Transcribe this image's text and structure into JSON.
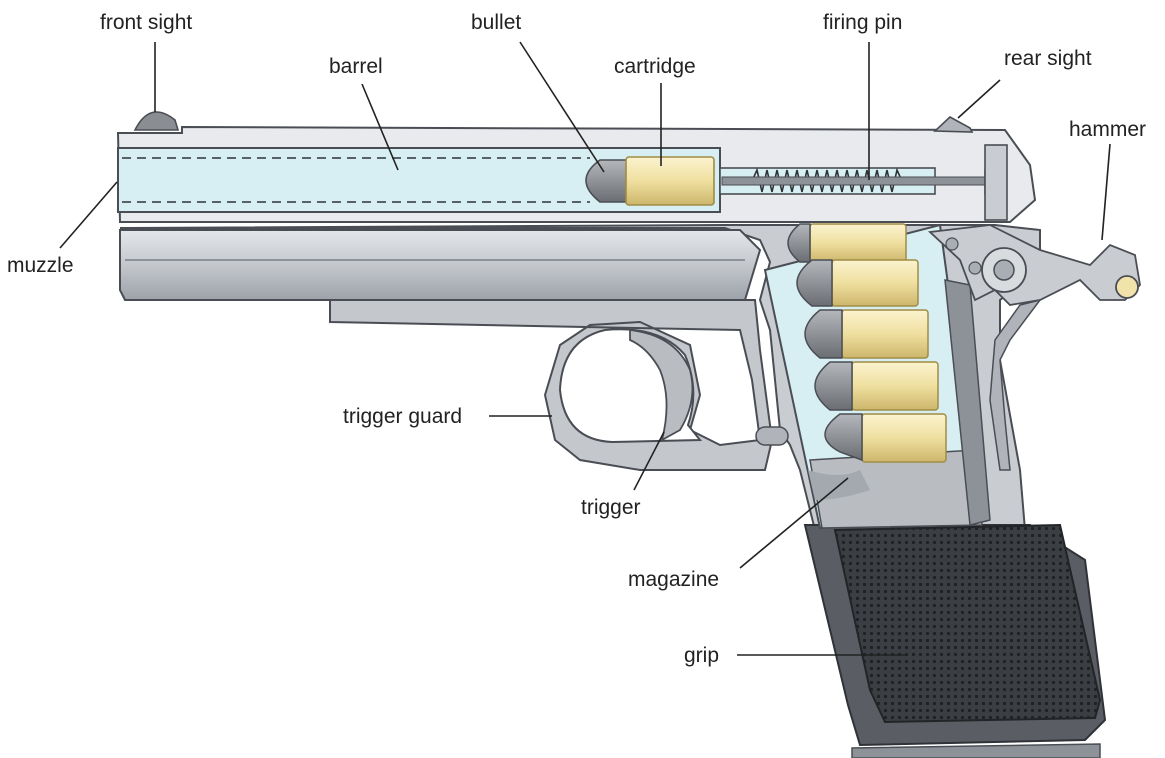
{
  "colors": {
    "steel_light": "#cfd3d8",
    "steel_mid": "#a9aeb5",
    "steel_dark": "#6e737a",
    "outline": "#4a4e54",
    "bore": "#d7eef2",
    "brass": "#f1e3a9",
    "brass_dark": "#c9b56a",
    "bullet_lead": "#8a8d92",
    "grip": "#3b3e43",
    "label_text": "#222222"
  },
  "labels": {
    "front_sight": "front sight",
    "barrel": "barrel",
    "bullet": "bullet",
    "cartridge": "cartridge",
    "firing_pin": "firing pin",
    "rear_sight": "rear sight",
    "hammer": "hammer",
    "muzzle": "muzzle",
    "trigger_guard": "trigger guard",
    "trigger": "trigger",
    "magazine": "magazine",
    "grip": "grip"
  }
}
